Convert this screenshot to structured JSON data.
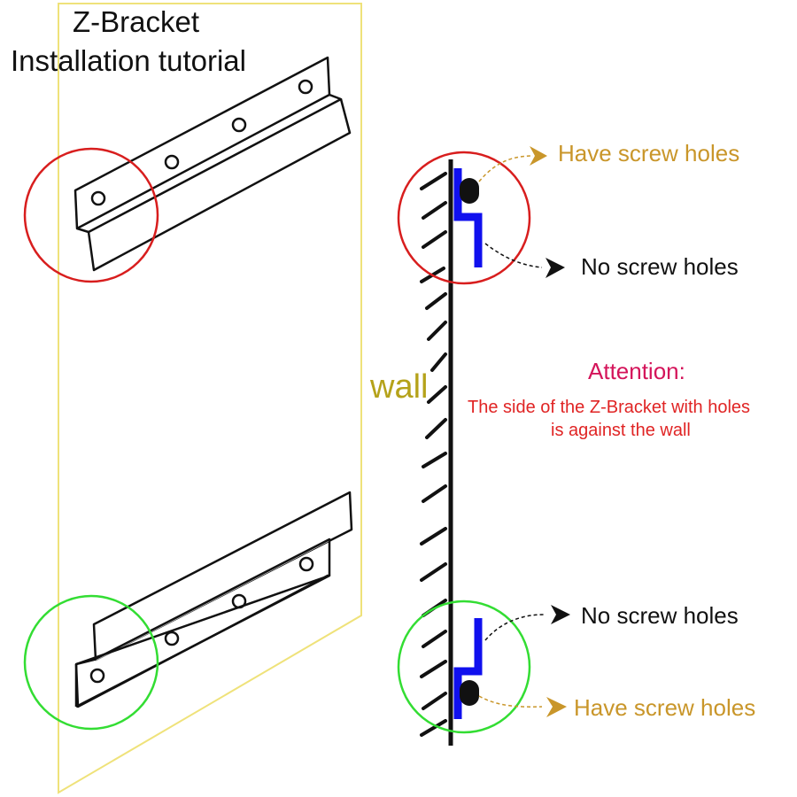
{
  "title": {
    "line1": "Z-Bracket",
    "line2": "Installation tutorial"
  },
  "wall_label": "wall",
  "labels": {
    "top_have_screw_holes": "Have screw holes",
    "top_no_screw_holes": "No screw holes",
    "bottom_no_screw_holes": "No screw holes",
    "bottom_have_screw_holes": "Have screw holes"
  },
  "attention": {
    "heading": "Attention:",
    "line1": "The side of the Z-Bracket with holes",
    "line2": "is against the wall"
  },
  "colors": {
    "panel_outline": "#efe27a",
    "top_circle": "#d81e1e",
    "bottom_circle": "#33dd33",
    "bracket_profile": "#1010ee",
    "have_holes_text": "#c9962a",
    "no_holes_text": "#111111",
    "attention_heading": "#d4145a",
    "attention_note": "#e02424",
    "wall_text": "#b5a21a"
  }
}
